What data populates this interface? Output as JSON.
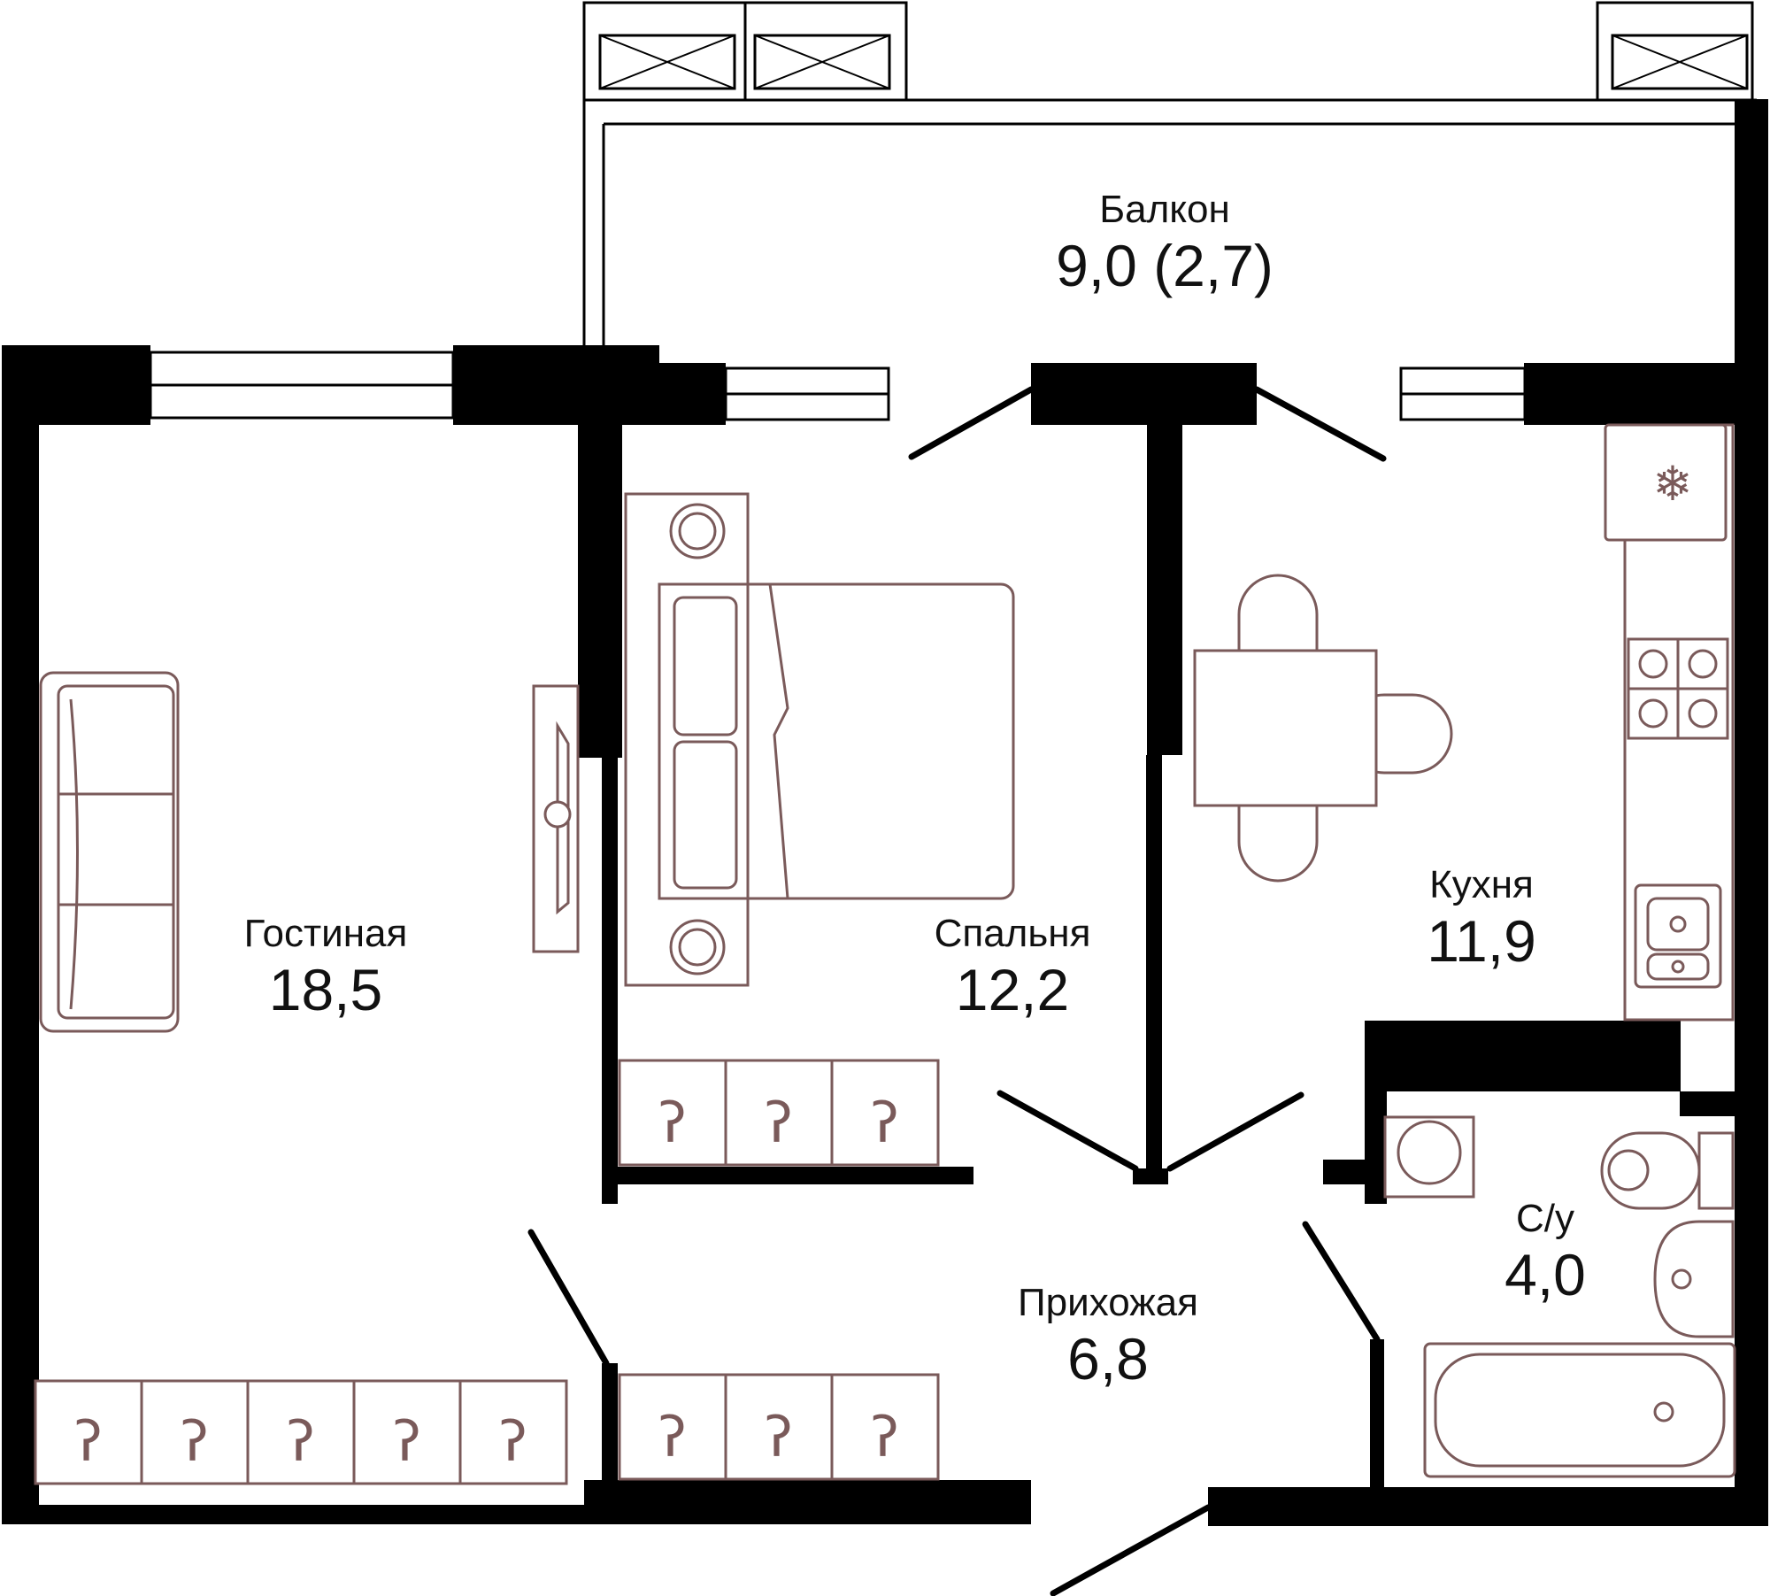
{
  "rooms": {
    "balcony": {
      "name": "Балкон",
      "area": "9,0 (2,7)"
    },
    "living": {
      "name": "Гостиная",
      "area": "18,5"
    },
    "bedroom": {
      "name": "Спальня",
      "area": "12,2"
    },
    "kitchen": {
      "name": "Кухня",
      "area": "11,9"
    },
    "bathroom": {
      "name": "С/у",
      "area": "4,0"
    },
    "hallway": {
      "name": "Прихожая",
      "area": "6,8"
    }
  },
  "colors": {
    "walls": "#000000",
    "furniture": "#7a5a5a",
    "background": "#ffffff"
  },
  "icons": {
    "refrigerator": "snowflake-icon",
    "stove": "burner-icon",
    "sink": "sink-icon",
    "wardrobe": "hanger-icon"
  }
}
